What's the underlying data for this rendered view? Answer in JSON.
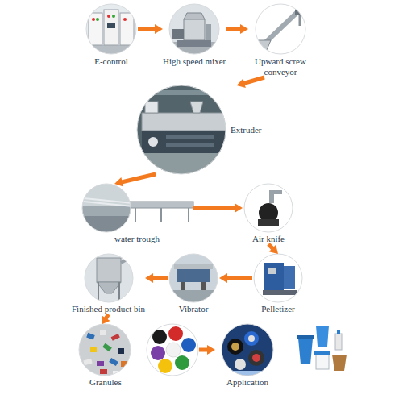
{
  "diagram": {
    "nodes": [
      {
        "text": [
          "E-control"
        ]
      },
      {
        "text": [
          "High speed mixer"
        ]
      },
      {
        "text": [
          "Upward screw conveyor"
        ]
      },
      {
        "text": [
          "Extruder"
        ]
      },
      {
        "text": [
          "water trough"
        ]
      },
      {
        "text": [
          "Air knife"
        ]
      },
      {
        "text": [
          "Pelletizer"
        ]
      },
      {
        "text": [
          "Vibrator"
        ]
      },
      {
        "text": [
          "Finished product bin"
        ]
      },
      {
        "text": [
          "Granules"
        ]
      },
      {
        "text": [
          "Application"
        ]
      }
    ],
    "edges": [
      {
        "from": 0,
        "to": 1,
        "arrow": "to"
      },
      {
        "from": 1,
        "to": 2,
        "arrow": "to"
      },
      {
        "from": 2,
        "to": 3,
        "arrow": "to"
      },
      {
        "from": 3,
        "to": 4,
        "arrow": "to"
      },
      {
        "from": 4,
        "to": 5,
        "arrow": "to"
      },
      {
        "from": 5,
        "to": 6,
        "arrow": "to"
      },
      {
        "from": 6,
        "to": 7,
        "arrow": "to"
      },
      {
        "from": 7,
        "to": 8,
        "arrow": "to"
      },
      {
        "from": 8,
        "to": 9,
        "arrow": "to"
      },
      {
        "from": 9,
        "to": 10,
        "arrow": "to"
      }
    ]
  }
}
